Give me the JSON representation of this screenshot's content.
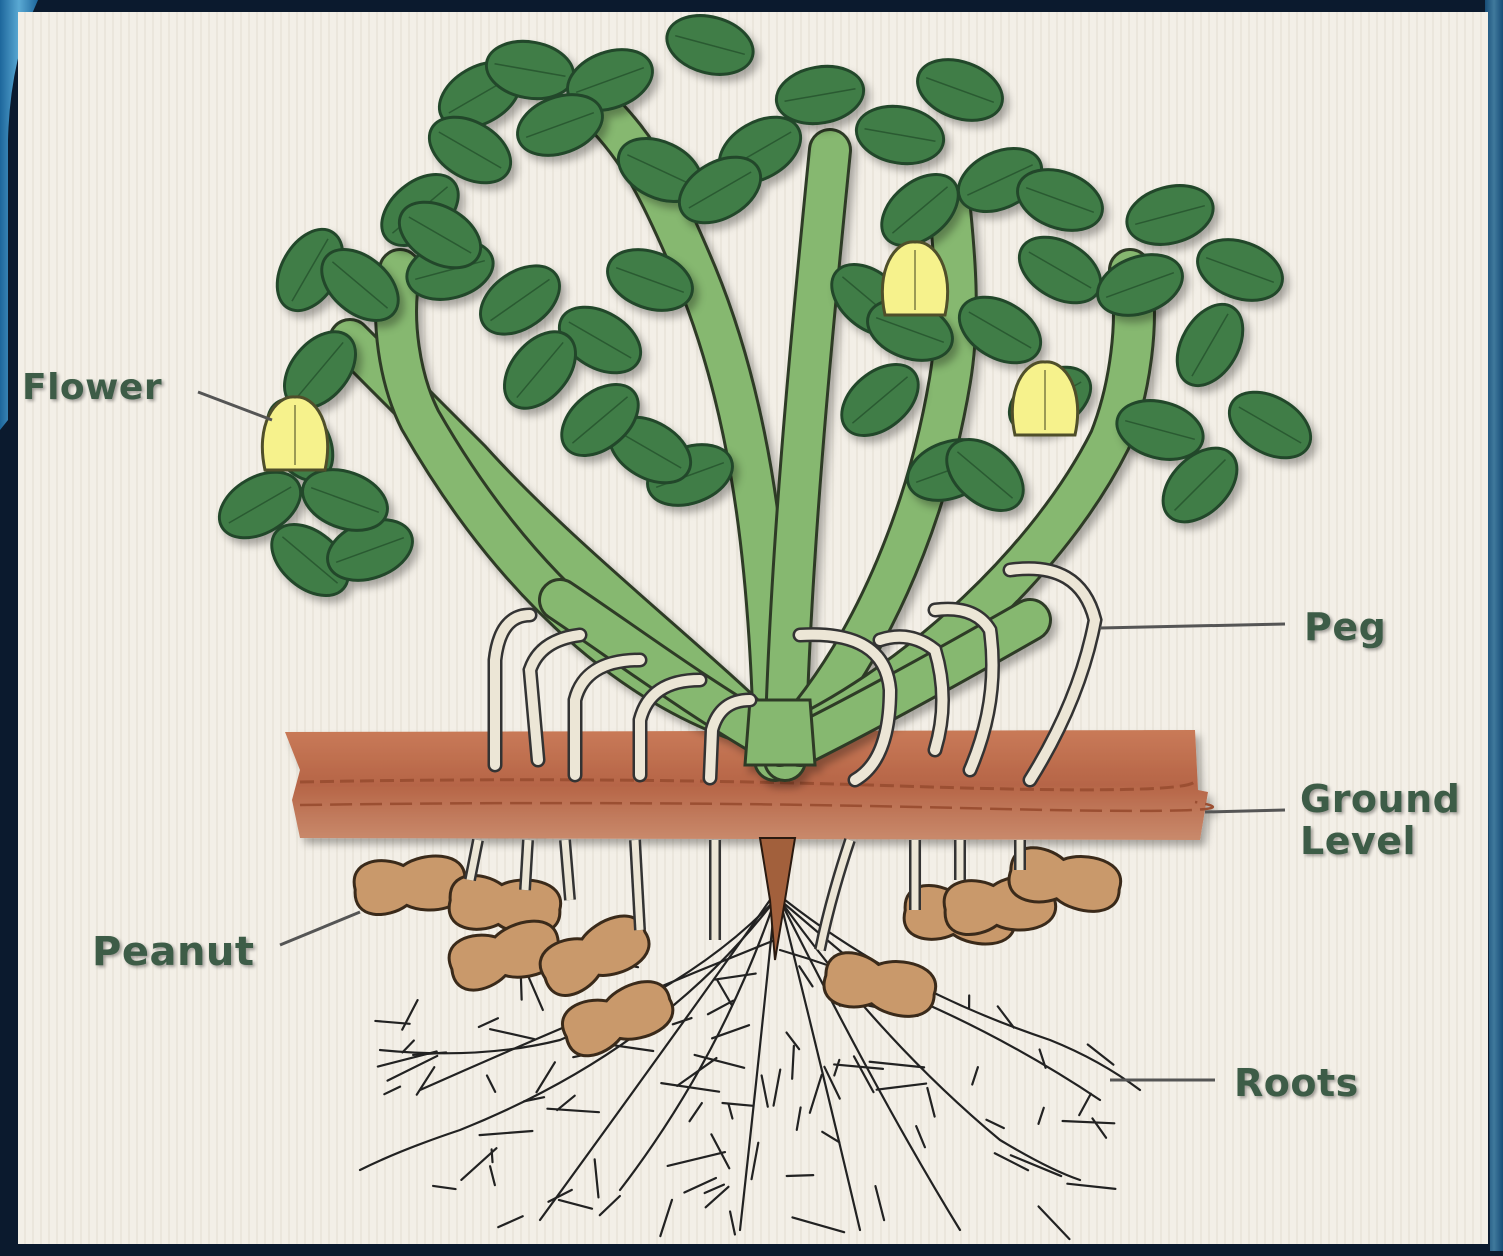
{
  "labels": {
    "flower": "Flower",
    "peg": "Peg",
    "ground_line1": "Ground",
    "ground_line2": "Level",
    "peanut": "Peanut",
    "roots": "Roots"
  },
  "colors": {
    "frame": "#0b1a2e",
    "accent_band": "#4aa6d8",
    "paper": "#f3efe7",
    "leaf": "#3f7d46",
    "leaf_dark": "#21472a",
    "stem": "#86b86f",
    "flower": "#f6f28c",
    "soil": "#b9694b",
    "peanut": "#c9996b",
    "peg": "#ece6d6",
    "label_text": "#3d5c47"
  }
}
